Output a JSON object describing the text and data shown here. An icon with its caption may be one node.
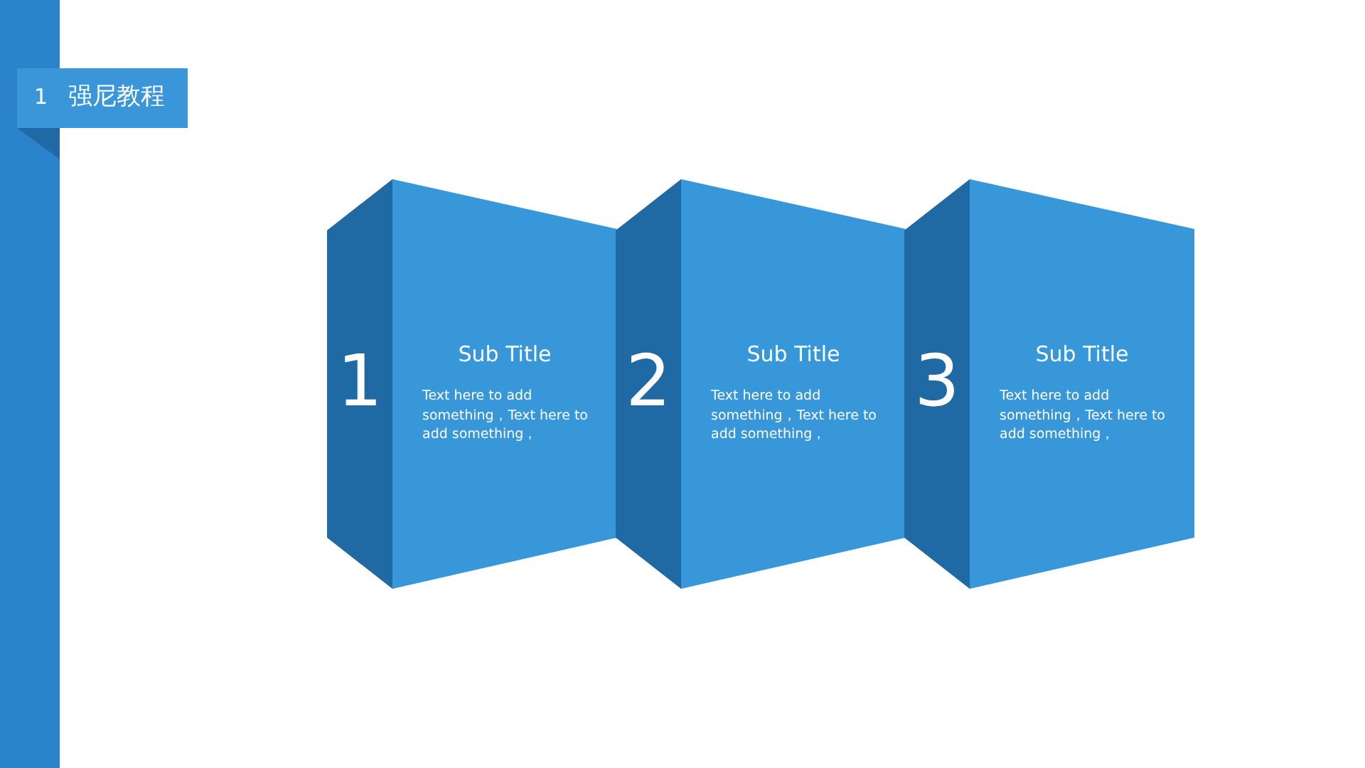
{
  "diagram": {
    "nodes": [
      {
        "text": [
          "1",
          "强尼教程"
        ]
      },
      {
        "text": [
          "1",
          "Sub Title",
          "Text here to add something，Text here to add something，"
        ]
      },
      {
        "text": [
          "2",
          "Sub Title",
          "Text here to add something，Text here to add something，"
        ]
      },
      {
        "text": [
          "3",
          "Sub Title",
          "Text here to add something，Text here to add something，"
        ]
      }
    ]
  }
}
